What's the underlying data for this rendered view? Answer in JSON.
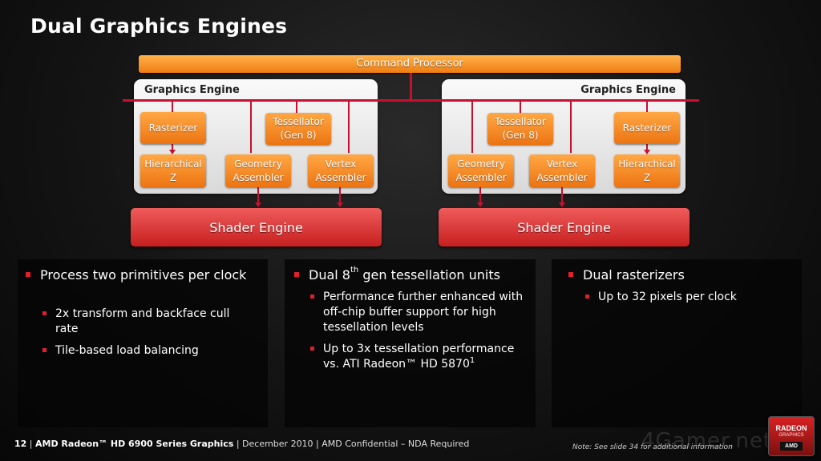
{
  "slide": {
    "title": "Dual Graphics Engines"
  },
  "diagram": {
    "command_processor": "Command Processor",
    "left_engine": {
      "label": "Graphics Engine",
      "rasterizer": "Rasterizer",
      "tessellator": "Tessellator\n(Gen 8)",
      "hierarchical_z": "Hierarchical\nZ",
      "geometry_assembler": "Geometry\nAssembler",
      "vertex_assembler": "Vertex\nAssembler",
      "shader_engine": "Shader Engine"
    },
    "right_engine": {
      "label": "Graphics Engine",
      "rasterizer": "Rasterizer",
      "tessellator": "Tessellator\n(Gen 8)",
      "hierarchical_z": "Hierarchical\nZ",
      "geometry_assembler": "Geometry\nAssembler",
      "vertex_assembler": "Vertex\nAssembler",
      "shader_engine": "Shader Engine"
    }
  },
  "panels": {
    "left": {
      "main": "Process two primitives per clock",
      "subs": [
        "2x transform and backface cull rate",
        "Tile-based load balancing"
      ]
    },
    "middle": {
      "main_prefix": "Dual 8",
      "main_sup": "th",
      "main_suffix": " gen tessellation units",
      "sub1": "Performance further enhanced with off-chip buffer support for high tessellation levels",
      "sub2_text": "Up to 3x tessellation performance vs. ATI Radeon™ HD 5870",
      "sub2_sup": "1"
    },
    "right": {
      "main": "Dual rasterizers",
      "sub1": "Up to 32 pixels per clock"
    }
  },
  "footer": {
    "page": "12",
    "product": "AMD Radeon™ HD 6900 Series Graphics",
    "rest": " | December 2010 | AMD Confidential – NDA Required",
    "note": "Note: See slide 34 for additional information"
  },
  "logo": {
    "line1": "RADEON",
    "line2": "GRAPHICS",
    "line3": "AMD"
  },
  "watermark": "4Gamer.net",
  "colors": {
    "orange_unit": "#ec7412",
    "bus_red": "#c8102e",
    "shader_red": "#c71f1f",
    "bullet_red": "#e0202c"
  }
}
